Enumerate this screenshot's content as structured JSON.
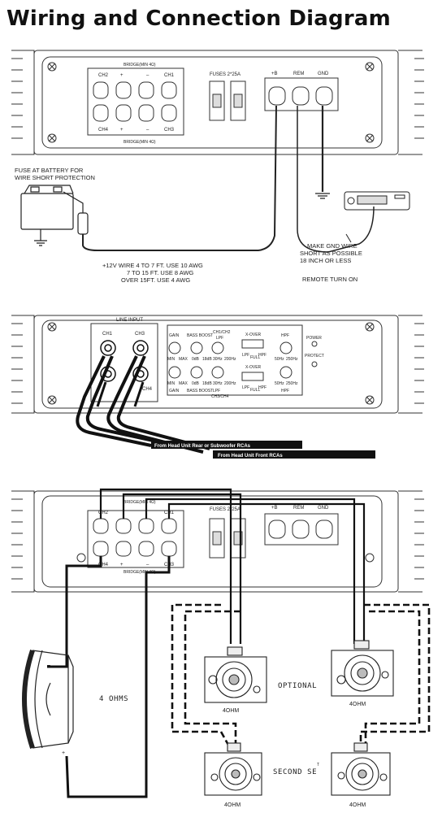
{
  "title": "Wiring and Connection Diagram",
  "amp_top": {
    "bridge_top": "BRIDGE(MIN 4Ω)",
    "ch2": "CH2",
    "ch1": "CH1",
    "plus": "+",
    "minus": "–",
    "ch4": "CH4",
    "ch3": "CH3",
    "bridge_bottom": "BRIDGE(MIN 4Ω)",
    "fuses": "FUSES 2*25A",
    "b_plus": "+B",
    "rem": "REM",
    "gnd": "GND"
  },
  "battery": {
    "note_line1": "FUSE AT BATTERY FOR",
    "note_line2": "WIRE SHORT PROTECTION"
  },
  "power_wire": {
    "line1": "+12V WIRE 4 TO 7 FT. USE 10 AWG",
    "line2": "7 TO 15 FT. USE 8 AWG",
    "line3": "OVER 15FT. USE 4 AWG"
  },
  "ground_note": {
    "line1": "MAKE GND WIRE",
    "line2": "SHORT AS POSSIBLE",
    "line3": "18 INCH OR LESS"
  },
  "remote": "REMOTE TURN ON",
  "amp_mid": {
    "line_input": "LINE INPUT",
    "ch1": "CH1",
    "ch3": "CH3",
    "ch4": "CH4",
    "gain": "GAIN",
    "bass_boost": "BASS BOOST",
    "lpf_ch12": "CH1/CH2\nLPF",
    "xover": "X-OVER",
    "hpf": "HPF",
    "power": "POWER",
    "protect": "PROTECT",
    "min": "MIN",
    "max": "MAX",
    "db0": "0dB",
    "db18": "18dB",
    "hz30": "30Hz",
    "hz200": "200Hz",
    "hz50": "50Hz",
    "hz250": "250Hz",
    "lpf": "LPF",
    "full": "FULL",
    "hpf_small": "HPF",
    "ch34": "CH3/CH4",
    "lpf_label": "LPF",
    "from_rear": "From Head Unit Rear or Subwoofer RCAs",
    "from_front": "From Head Unit Front RCAs"
  },
  "amp_bottom": {
    "fuses": "FUSES 2*25A",
    "b_plus": "+B",
    "rem": "REM",
    "gnd": "GND"
  },
  "speakers": {
    "sub_label": "4 OHMS",
    "ohm": "4OHM",
    "optional": "OPTIONAL",
    "second_set": "SECOND SE",
    "sup": "T",
    "minus": "–",
    "plus": "+"
  }
}
